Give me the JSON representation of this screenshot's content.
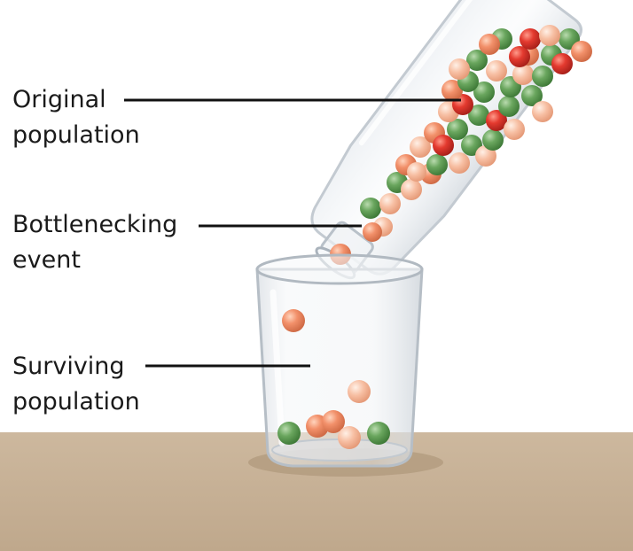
{
  "labels": {
    "original": {
      "line1": "Original",
      "line2": "population"
    },
    "bottleneck": {
      "line1": "Bottlenecking",
      "line2": "event"
    },
    "surviving": {
      "line1": "Surviving",
      "line2": "population"
    }
  },
  "colors": {
    "marble_green": "#5f9e54",
    "marble_red": "#e0332b",
    "marble_salmon": "#f08a62",
    "marble_peach": "#f6b08f",
    "table": "#c9b49a",
    "leader_line": "#111111"
  }
}
